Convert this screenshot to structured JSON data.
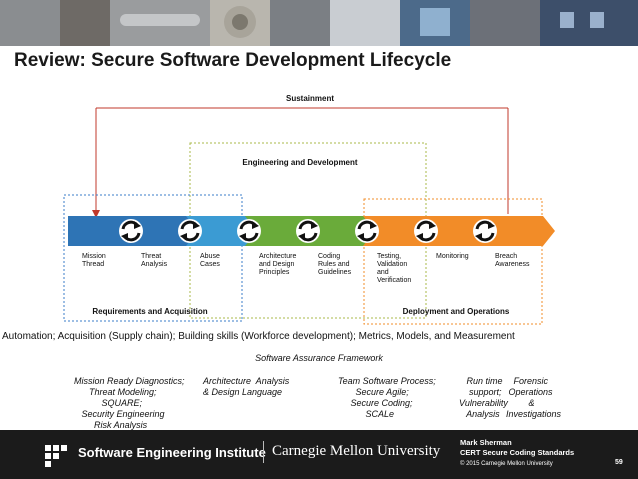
{
  "title": "Review: Secure Software Development Lifecycle",
  "boxes": {
    "sustainment": "Sustainment",
    "engineering": "Engineering and Development",
    "requirements": "Requirements and Acquisition",
    "deployment": "Deployment and Operations"
  },
  "stages": [
    {
      "lines": [
        "Mission",
        "Thread"
      ],
      "color": "#2e74b5"
    },
    {
      "lines": [
        "Threat",
        "Analysis"
      ],
      "color": "#2e74b5"
    },
    {
      "lines": [
        "Abuse",
        "Cases"
      ],
      "color": "#3b9bd3"
    },
    {
      "lines": [
        "Architecture",
        "and Design",
        "Principles"
      ],
      "color": "#6aab3a"
    },
    {
      "lines": [
        "Coding",
        "Rules and",
        "Guidelines"
      ],
      "color": "#6aab3a"
    },
    {
      "lines": [
        "Testing,",
        "Validation",
        "and",
        "Verification"
      ],
      "color": "#f28c28"
    },
    {
      "lines": [
        "Monitoring"
      ],
      "color": "#f28c28"
    },
    {
      "lines": [
        "Breach",
        "Awareness"
      ],
      "color": "#f28c28"
    }
  ],
  "framework_line": "Automation; Acquisition (Supply chain); Building skills (Workforce development); Metrics, Models, and Measurement",
  "framework_label": "Software Assurance Framework",
  "columns": [
    "Mission Ready Diagnostics;\n      Threat Modeling;\n           SQUARE;\n   Security Engineering\n        Risk Analysis",
    "Architecture  Analysis\n& Design Language",
    "Team Software Process;\n       Secure Agile;\n     Secure Coding;\n           SCALe",
    "   Run time\n    support;\nVulnerability\n   Analysis",
    "   Forensic\n Operations\n         &\nInvestigations"
  ],
  "footer": {
    "org": "Software Engineering Institute",
    "university": "Carnegie Mellon University",
    "presenter": "Mark Sherman",
    "course": "CERT Secure Coding Standards",
    "copyright": "© 2015 Carnegie Mellon University",
    "page": "59"
  }
}
